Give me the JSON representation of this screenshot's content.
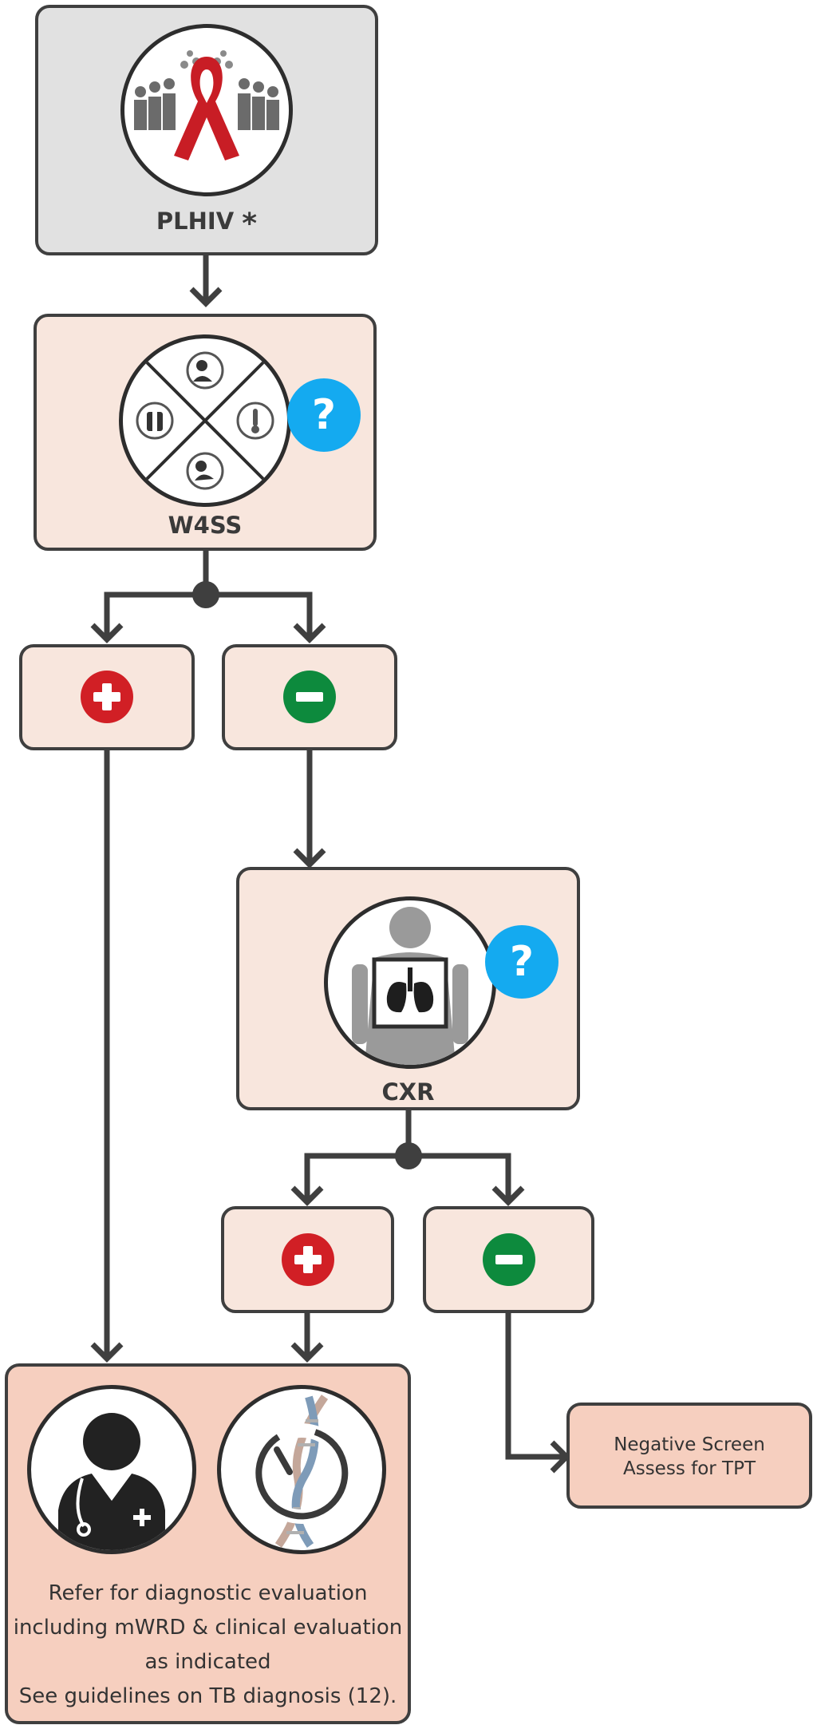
{
  "nodes": {
    "plhiv": {
      "label": "PLHIV",
      "marker": "*",
      "icon": "people-with-ribbon-icon"
    },
    "w4ss": {
      "label": "W4SS",
      "icon": "four-symptom-screen-icon",
      "help": "?"
    },
    "w4ss_positive": {
      "sign": "+",
      "icon": "plus-icon"
    },
    "w4ss_negative": {
      "sign": "−",
      "icon": "minus-icon"
    },
    "cxr": {
      "label": "CXR",
      "icon": "chest-xray-icon",
      "help": "?"
    },
    "cxr_positive": {
      "sign": "+",
      "icon": "plus-icon"
    },
    "cxr_negative": {
      "sign": "−",
      "icon": "minus-icon"
    },
    "negative_screen": {
      "line1": "Negative Screen",
      "line2": "Assess for TPT"
    },
    "refer": {
      "icons": [
        "doctor-icon",
        "dna-test-icon"
      ],
      "line1": "Refer for diagnostic evaluation",
      "line2": "including mWRD & clinical evaluation",
      "line3": "as indicated",
      "line4": "See guidelines on TB diagnosis (12)."
    }
  },
  "colors": {
    "box_border": "#3f3f3f",
    "box_fill": "#f8e6dd",
    "start_fill": "#e1e1e1",
    "result_fill": "#f6cfbf",
    "positive": "#d11f25",
    "negative": "#0d8a3d",
    "help": "#14aaf0"
  }
}
